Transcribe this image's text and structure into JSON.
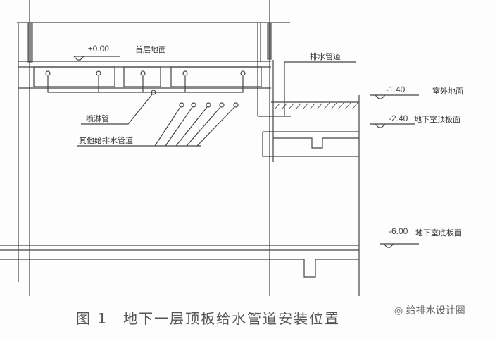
{
  "labels": {
    "ground_floor": "首层地面",
    "drain_pipe": "排水管道",
    "sprinkler_pipe": "喷淋管",
    "other_pipes": "其他给排水管道",
    "outdoor_ground": "室外地面",
    "basement_roof": "地下室顶板面",
    "basement_floor": "地下室底板面"
  },
  "levels": {
    "ground": "±0.00",
    "outdoor": "-1.40",
    "roof": "-2.40",
    "floor": "-6.00"
  },
  "caption": "图 1　地下一层顶板给水管道安装位置",
  "watermark": "给排水设计圈"
}
